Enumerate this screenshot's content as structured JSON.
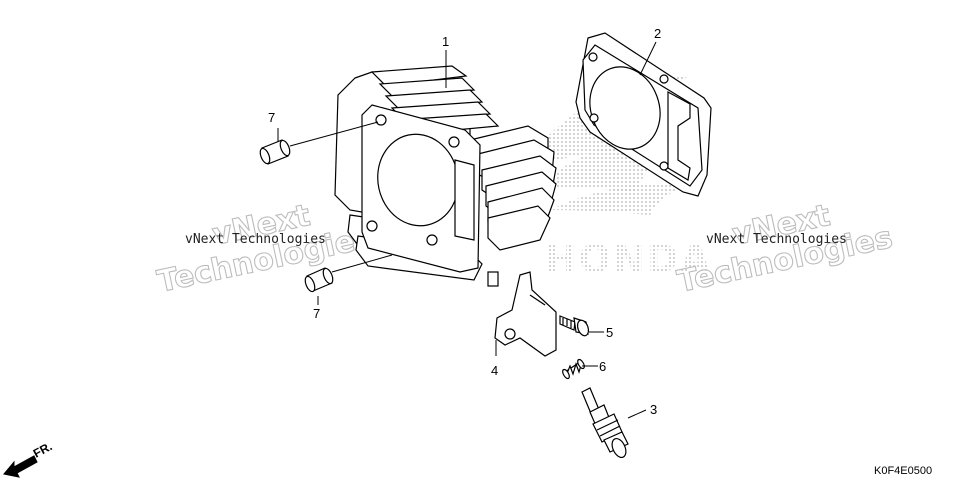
{
  "watermark": {
    "small_text": "vNext Technologies",
    "big_line1": "vNext",
    "big_line2": "Technologies"
  },
  "drawing_code": "K0F4E0500",
  "direction_label": "FR.",
  "callouts": [
    {
      "id": "cylinder",
      "label": "1"
    },
    {
      "id": "gasket",
      "label": "2"
    },
    {
      "id": "sensor",
      "label": "3"
    },
    {
      "id": "bracket",
      "label": "4"
    },
    {
      "id": "bolt",
      "label": "5"
    },
    {
      "id": "spring",
      "label": "6"
    },
    {
      "id": "dowel-upper",
      "label": "7"
    },
    {
      "id": "dowel-lower",
      "label": "7"
    }
  ]
}
